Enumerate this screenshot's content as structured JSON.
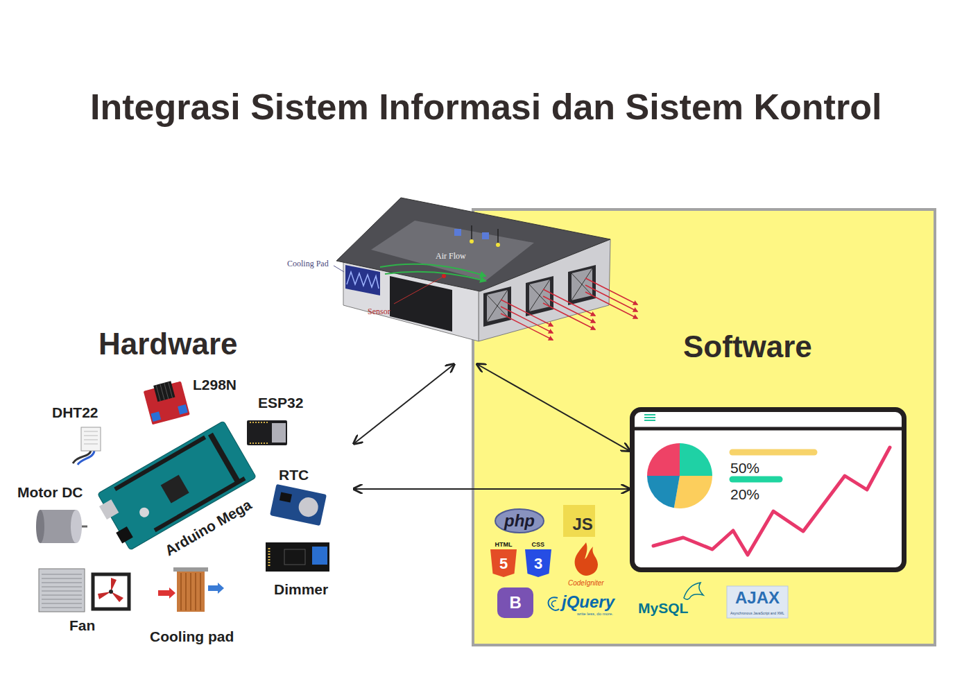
{
  "diagram": {
    "title": "Integrasi Sistem Informasi dan Sistem Kontrol",
    "nodes": [
      {
        "text": [
          "Cooling Pad",
          "Air Flow",
          "Sensor"
        ]
      },
      {
        "text": [
          "Hardware",
          "L298N",
          "ESP32",
          "DHT22",
          "RTC",
          "Motor DC",
          "Arduino Mega",
          "Dimmer",
          "Fan",
          "Cooling pad"
        ]
      },
      {
        "text": [
          "Software"
        ]
      },
      {
        "text": [
          "50%",
          "20%"
        ],
        "in": 2
      }
    ],
    "edges": [
      {
        "from": 1,
        "to": 0,
        "arrow": "both"
      },
      {
        "from": 0,
        "to": 3,
        "arrow": "both"
      },
      {
        "from": 1,
        "to": 3,
        "arrow": "both"
      }
    ],
    "labels": [
      "php",
      "JS",
      "HTML",
      "5",
      "CSS",
      "3",
      "CodeIgniter",
      "B",
      "jQuery",
      "write less, do more.",
      "MySQL",
      "AJAX",
      "Asynchronous JavaScript and XML"
    ]
  }
}
